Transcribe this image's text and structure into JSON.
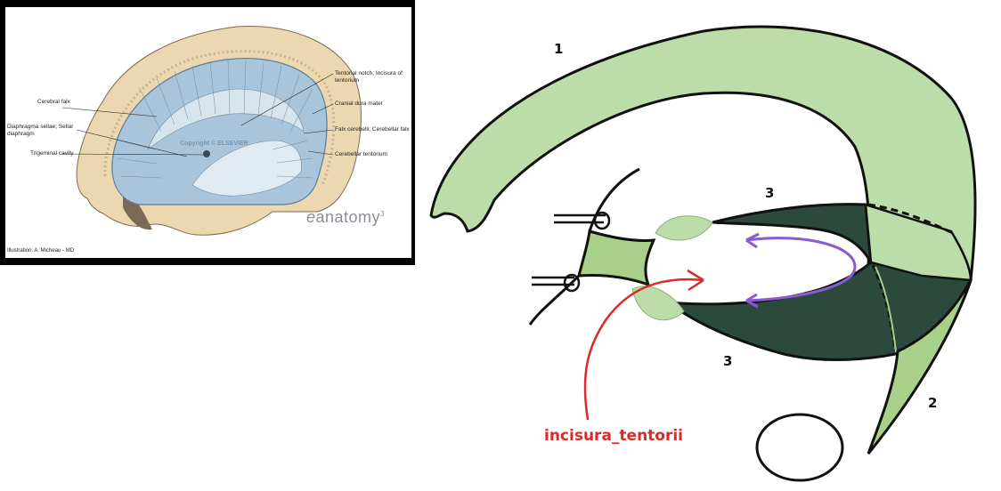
{
  "inset": {
    "labels": {
      "cerebral_falx": "Cerebral falx",
      "diaphragma_sellae": "Diaphragma sellae; Sellar diaphragm",
      "trigeminal_cavity": "Trigeminal cavity",
      "tentorial_notch": "Tentorial notch; Incisura of tentorium",
      "cranial_dura_mater": "Cranial dura mater",
      "falx_cerebelli": "Falx cerebelli; Cerebellar falx",
      "cerebellar_tentorium": "Cerebellar tentorium"
    },
    "watermark": "Copyright © ELSEVIER",
    "brand": "anatomy",
    "brand_superscript": "3",
    "credit": "Illustration: A. Micheau - MD"
  },
  "diagram": {
    "number_1": "1",
    "number_2": "2",
    "number_3_top": "3",
    "number_3_bottom": "3",
    "label": "incisura_tentorii"
  },
  "colors": {
    "light_green": "#bcdcaa",
    "dark_green": "#2c4a3c",
    "mid_green": "#a8d088",
    "purple": "#8a5ad0",
    "red": "#e02828",
    "skull": "#ecd8b0",
    "dura_blue": "#a9c5dc"
  }
}
